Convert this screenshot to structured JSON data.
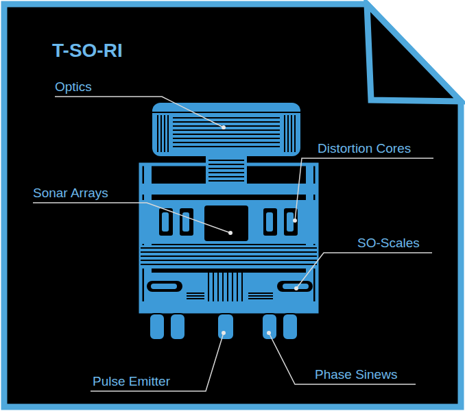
{
  "diagram": {
    "title": "T-SO-RI",
    "labels": [
      "Optics",
      "Distortion Cores",
      "Sonar Arrays",
      "SO-Scales",
      "Pulse Emitter",
      "Phase Sinews"
    ]
  }
}
